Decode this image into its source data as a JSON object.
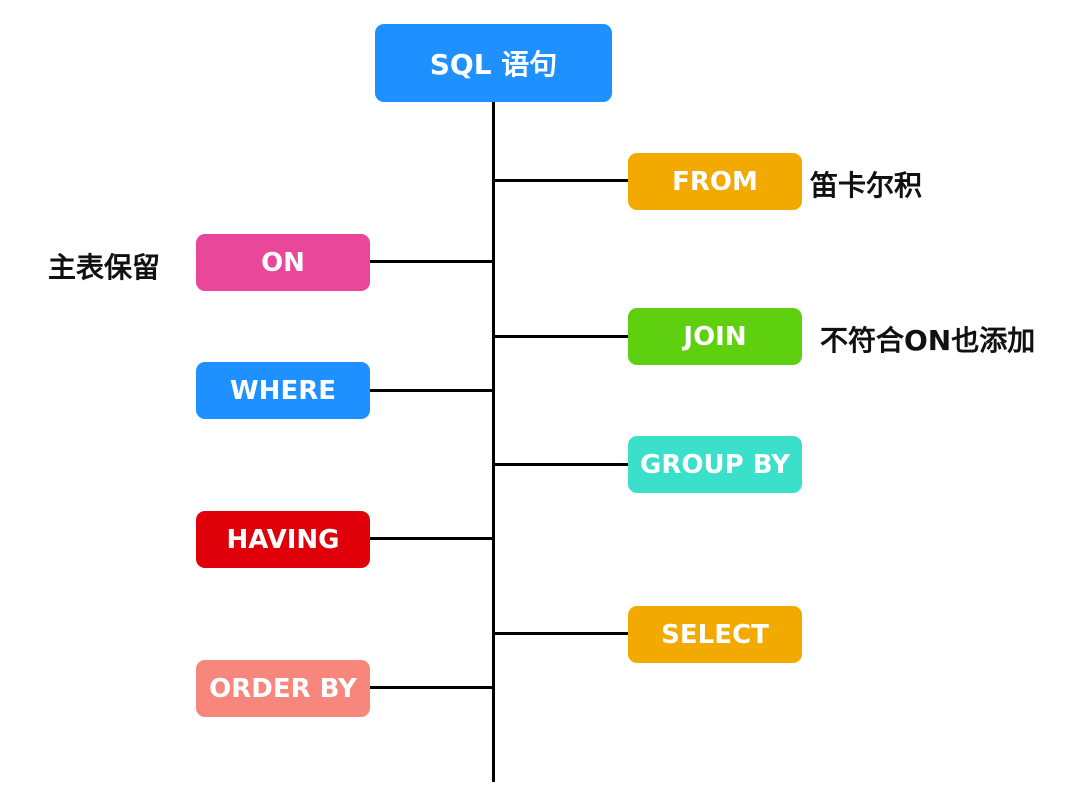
{
  "root": {
    "label": "SQL 语句",
    "color": "#1E90FF"
  },
  "steps": [
    {
      "label": "FROM",
      "side": "right",
      "color": "#F2A900",
      "note": "笛卡尔积"
    },
    {
      "label": "ON",
      "side": "left",
      "color": "#E8479A",
      "note": "主表保留"
    },
    {
      "label": "JOIN",
      "side": "right",
      "color": "#5ED00F",
      "note": "不符合ON也添加"
    },
    {
      "label": "WHERE",
      "side": "left",
      "color": "#1E90FF"
    },
    {
      "label": "GROUP BY",
      "side": "right",
      "color": "#3AE0C9"
    },
    {
      "label": "HAVING",
      "side": "left",
      "color": "#E0000A"
    },
    {
      "label": "SELECT",
      "side": "right",
      "color": "#F2A900"
    },
    {
      "label": "ORDER BY",
      "side": "left",
      "color": "#F7867D"
    }
  ]
}
